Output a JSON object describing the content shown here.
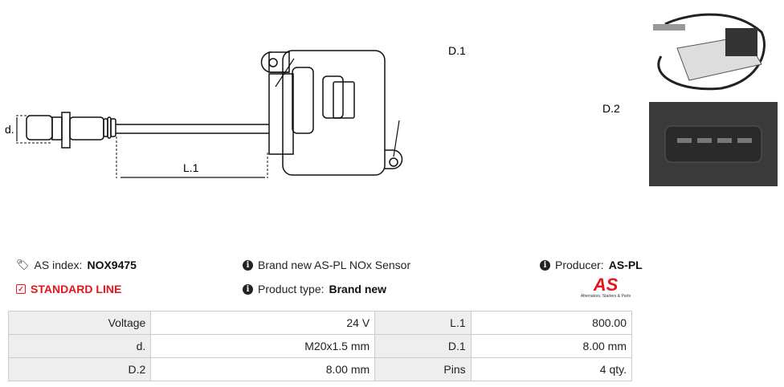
{
  "diagram": {
    "labels": {
      "d": "d.",
      "l1": "L.1",
      "d1": "D.1",
      "d2": "D.2"
    }
  },
  "info": {
    "as_index_label": "AS index:",
    "as_index_value": "NOX9475",
    "line": "STANDARD LINE",
    "description": "Brand new AS-PL NOx Sensor",
    "product_type_label": "Product type:",
    "product_type_value": "Brand new",
    "producer_label": "Producer:",
    "producer_value": "AS-PL",
    "logo_text": "AS",
    "logo_tagline": "Alternators, Starters & Parts"
  },
  "specs": [
    [
      {
        "label": "Voltage",
        "value": "24 V"
      },
      {
        "label": "L.1",
        "value": "800.00"
      }
    ],
    [
      {
        "label": "d.",
        "value": "M20x1.5 mm"
      },
      {
        "label": "D.1",
        "value": "8.00 mm"
      }
    ],
    [
      {
        "label": "D.2",
        "value": "8.00 mm"
      },
      {
        "label": "Pins",
        "value": "4 qty."
      }
    ]
  ],
  "colors": {
    "accent": "#e8141b"
  }
}
